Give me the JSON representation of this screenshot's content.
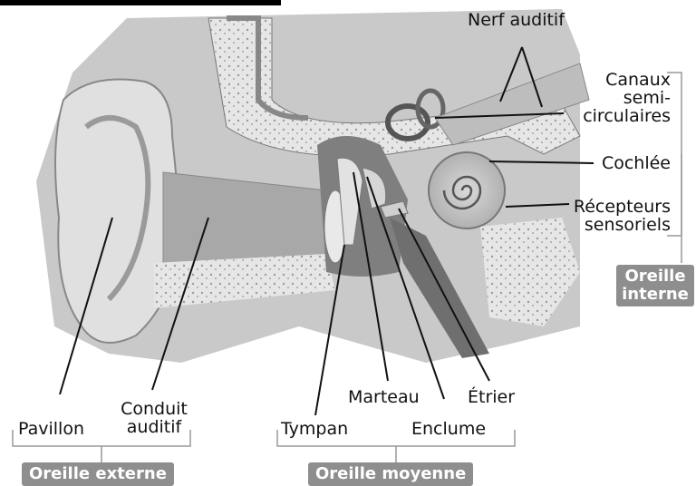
{
  "labels": {
    "nerf_auditif": "Nerf auditif",
    "canaux_1": "Canaux",
    "canaux_2": "semi-",
    "canaux_3": "circulaires",
    "cochlee": "Cochlée",
    "recepteurs_1": "Récepteurs",
    "recepteurs_2": "sensoriels",
    "pavillon": "Pavillon",
    "conduit_1": "Conduit",
    "conduit_2": "auditif",
    "tympan": "Tympan",
    "marteau": "Marteau",
    "enclume": "Enclume",
    "etrier": "Étrier"
  },
  "groups": {
    "externe": "Oreille externe",
    "moyenne": "Oreille moyenne",
    "interne_1": "Oreille",
    "interne_2": "interne"
  },
  "colors": {
    "badge": "#8e8e8e",
    "line": "#111111"
  }
}
